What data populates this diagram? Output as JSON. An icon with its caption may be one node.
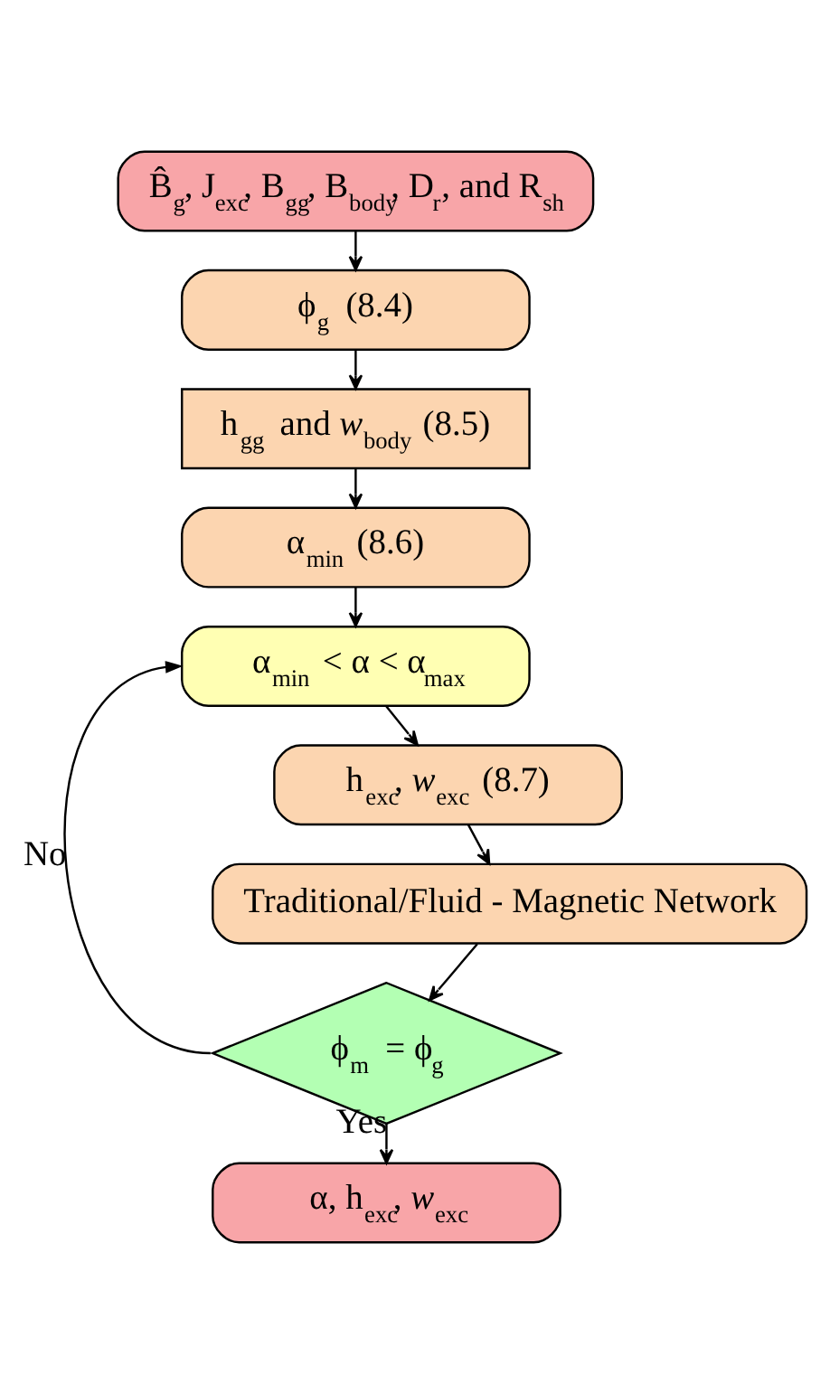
{
  "diagram": {
    "nodes": [
      {
        "text": [
          "B̂$_{g}$, J$_{exc}$, B$_{gg}$, B$_{body}$, D$_{r}$, and R$_{sh}$"
        ]
      },
      {
        "text": [
          "ϕ$_{g}$ (8.4)"
        ]
      },
      {
        "text": [
          "h$_{gg}$ and *w*$_{body}$ (8.5)"
        ]
      },
      {
        "text": [
          "α$_{min}$ (8.6)"
        ]
      },
      {
        "text": [
          "α$_{min}$ < α < α$_{max}$"
        ]
      },
      {
        "text": [
          "h$_{exc}$, *w*$_{exc}$ (8.7)"
        ]
      },
      {
        "text": [
          "Traditional/Fluid - Magnetic Network"
        ]
      },
      {
        "text": [
          "ϕ$_{m}$ = ϕ$_{g}$"
        ]
      },
      {
        "text": [
          "α, h$_{exc}$, *w*$_{exc}$"
        ]
      }
    ],
    "edges": [
      {
        "from": 0,
        "to": 1,
        "arrow": "to"
      },
      {
        "from": 1,
        "to": 2,
        "arrow": "to"
      },
      {
        "from": 2,
        "to": 3,
        "arrow": "to"
      },
      {
        "from": 3,
        "to": 4,
        "arrow": "to"
      },
      {
        "from": 4,
        "to": 5,
        "arrow": "to"
      },
      {
        "from": 5,
        "to": 6,
        "arrow": "to"
      },
      {
        "from": 6,
        "to": 7,
        "arrow": "to"
      },
      {
        "from": 7,
        "to": 4,
        "arrow": "to",
        "label": "No"
      },
      {
        "from": 7,
        "to": 8,
        "arrow": "to",
        "label": "Yes"
      }
    ]
  }
}
